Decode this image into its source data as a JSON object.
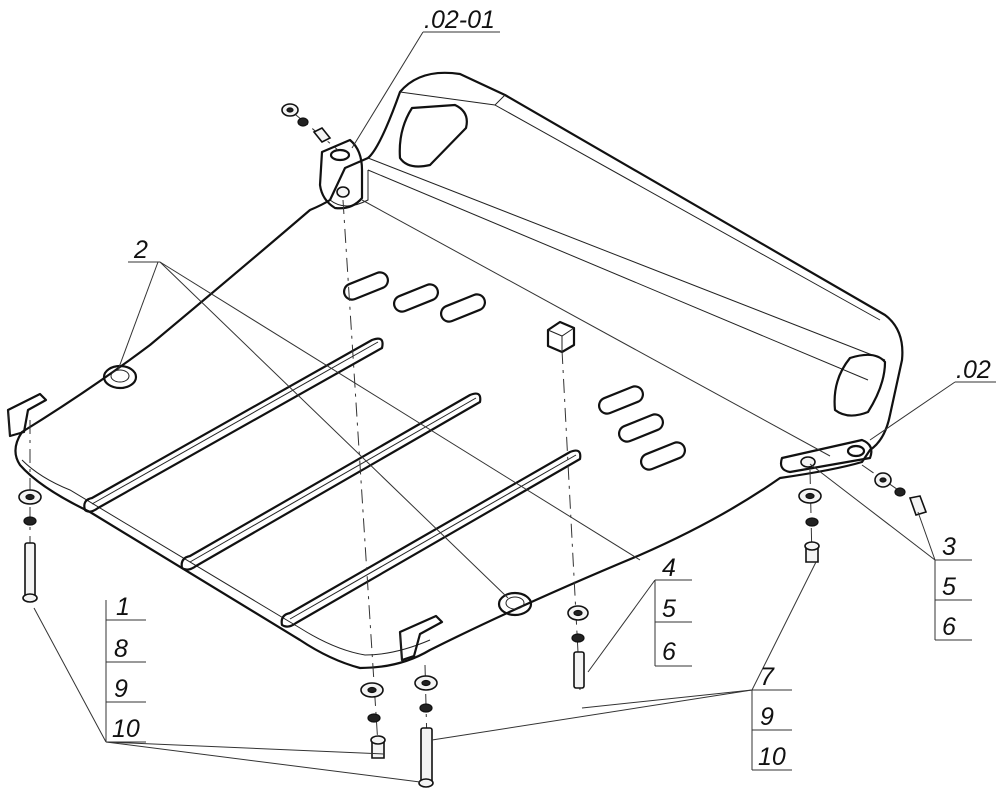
{
  "title": "",
  "callouts": {
    "assembly_top": ".02-01",
    "assembly_right": ".02",
    "part_plate": "2",
    "part_right_bolt": "3",
    "part_right_bolt_washer": "5",
    "part_right_bolt_nut": "6",
    "part_center_bolt": "4",
    "part_center_washer": "5",
    "part_center_nut": "6",
    "part_left_bolt": "1",
    "part_left_washer": "8",
    "part_left_nut": "9",
    "part_left_spring": "10",
    "part_right_stud": "7",
    "part_right_stud_nut": "9",
    "part_right_stud_spring": "10"
  }
}
